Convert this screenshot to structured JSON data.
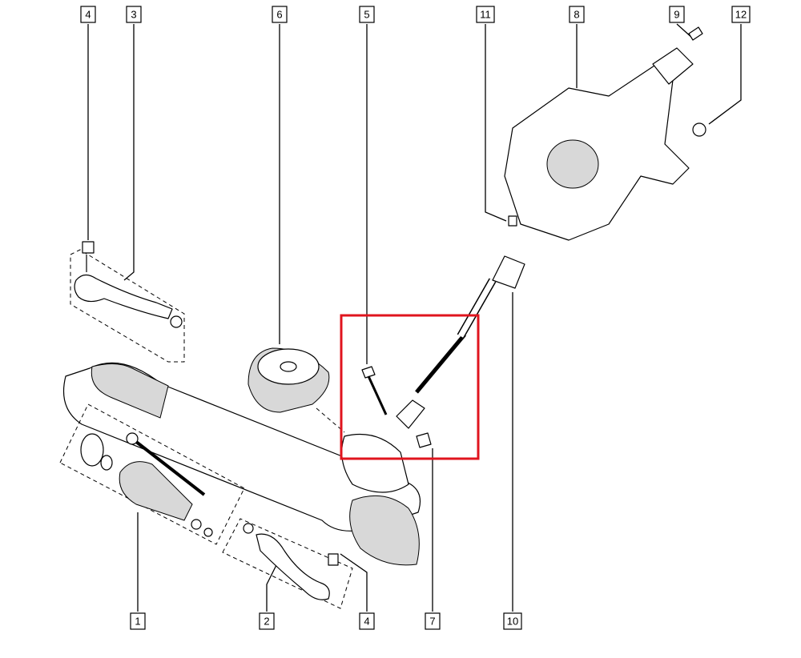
{
  "diagram": {
    "callouts_top": [
      "4",
      "3",
      "6",
      "5",
      "11",
      "8",
      "9",
      "12"
    ],
    "callouts_bottom": [
      "1",
      "2",
      "4",
      "7",
      "10"
    ],
    "highlight_color": "#e0141e"
  }
}
